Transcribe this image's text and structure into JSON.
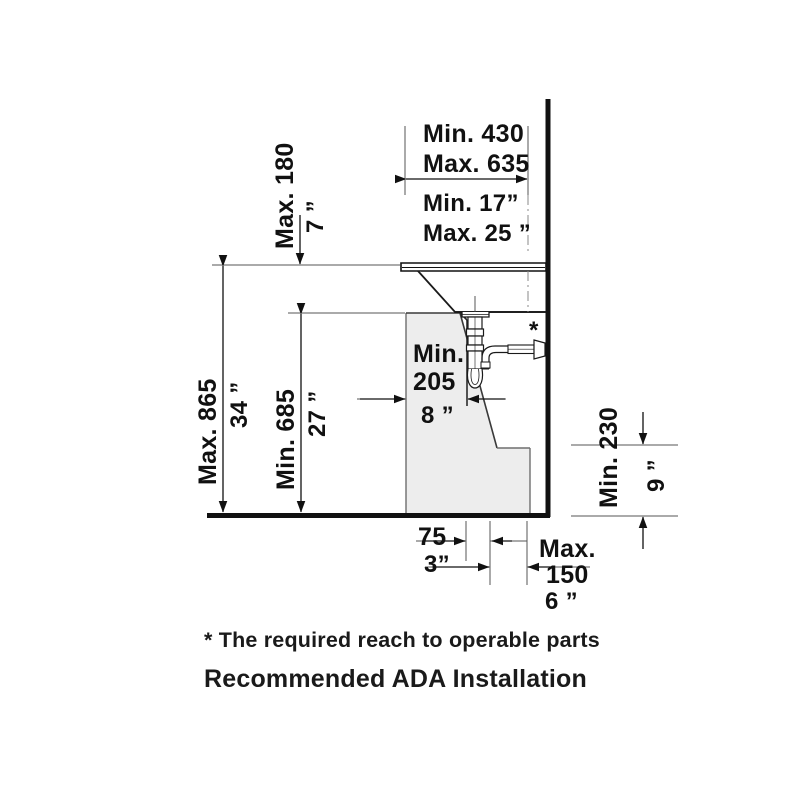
{
  "drawing": {
    "title": "Recommended ADA Installation",
    "footnote": "* The required reach to operable parts",
    "asterisk_marker": "*",
    "colors": {
      "line": "#111111",
      "fill_gray": "#ededed",
      "gray_outline": "#6e6e6e",
      "background": "#ffffff",
      "text": "#111111"
    },
    "dimensions": {
      "counter_depth": {
        "metric_min": "Min. 430",
        "metric_max": "Max. 635",
        "imperial_min": "Min. 17”",
        "imperial_max": "Max. 25 ”"
      },
      "apron_depth": {
        "metric": "Max. 180",
        "imperial": "7 ”"
      },
      "counter_height": {
        "metric": "Max. 865",
        "imperial": "34 ”"
      },
      "knee_clearance_height": {
        "metric": "Min. 685",
        "imperial": "27 ”"
      },
      "knee_clearance_depth": {
        "metric_line1": "Min.",
        "metric_line2": "205",
        "imperial": "8 ”"
      },
      "toe_offset": {
        "metric": "75",
        "imperial": "3”"
      },
      "toe_depth": {
        "metric_line1": "Max.",
        "metric_line2": "150",
        "imperial": "6 ”"
      },
      "toe_clearance_height": {
        "metric": "Min. 230",
        "imperial": "9 ”"
      }
    }
  }
}
